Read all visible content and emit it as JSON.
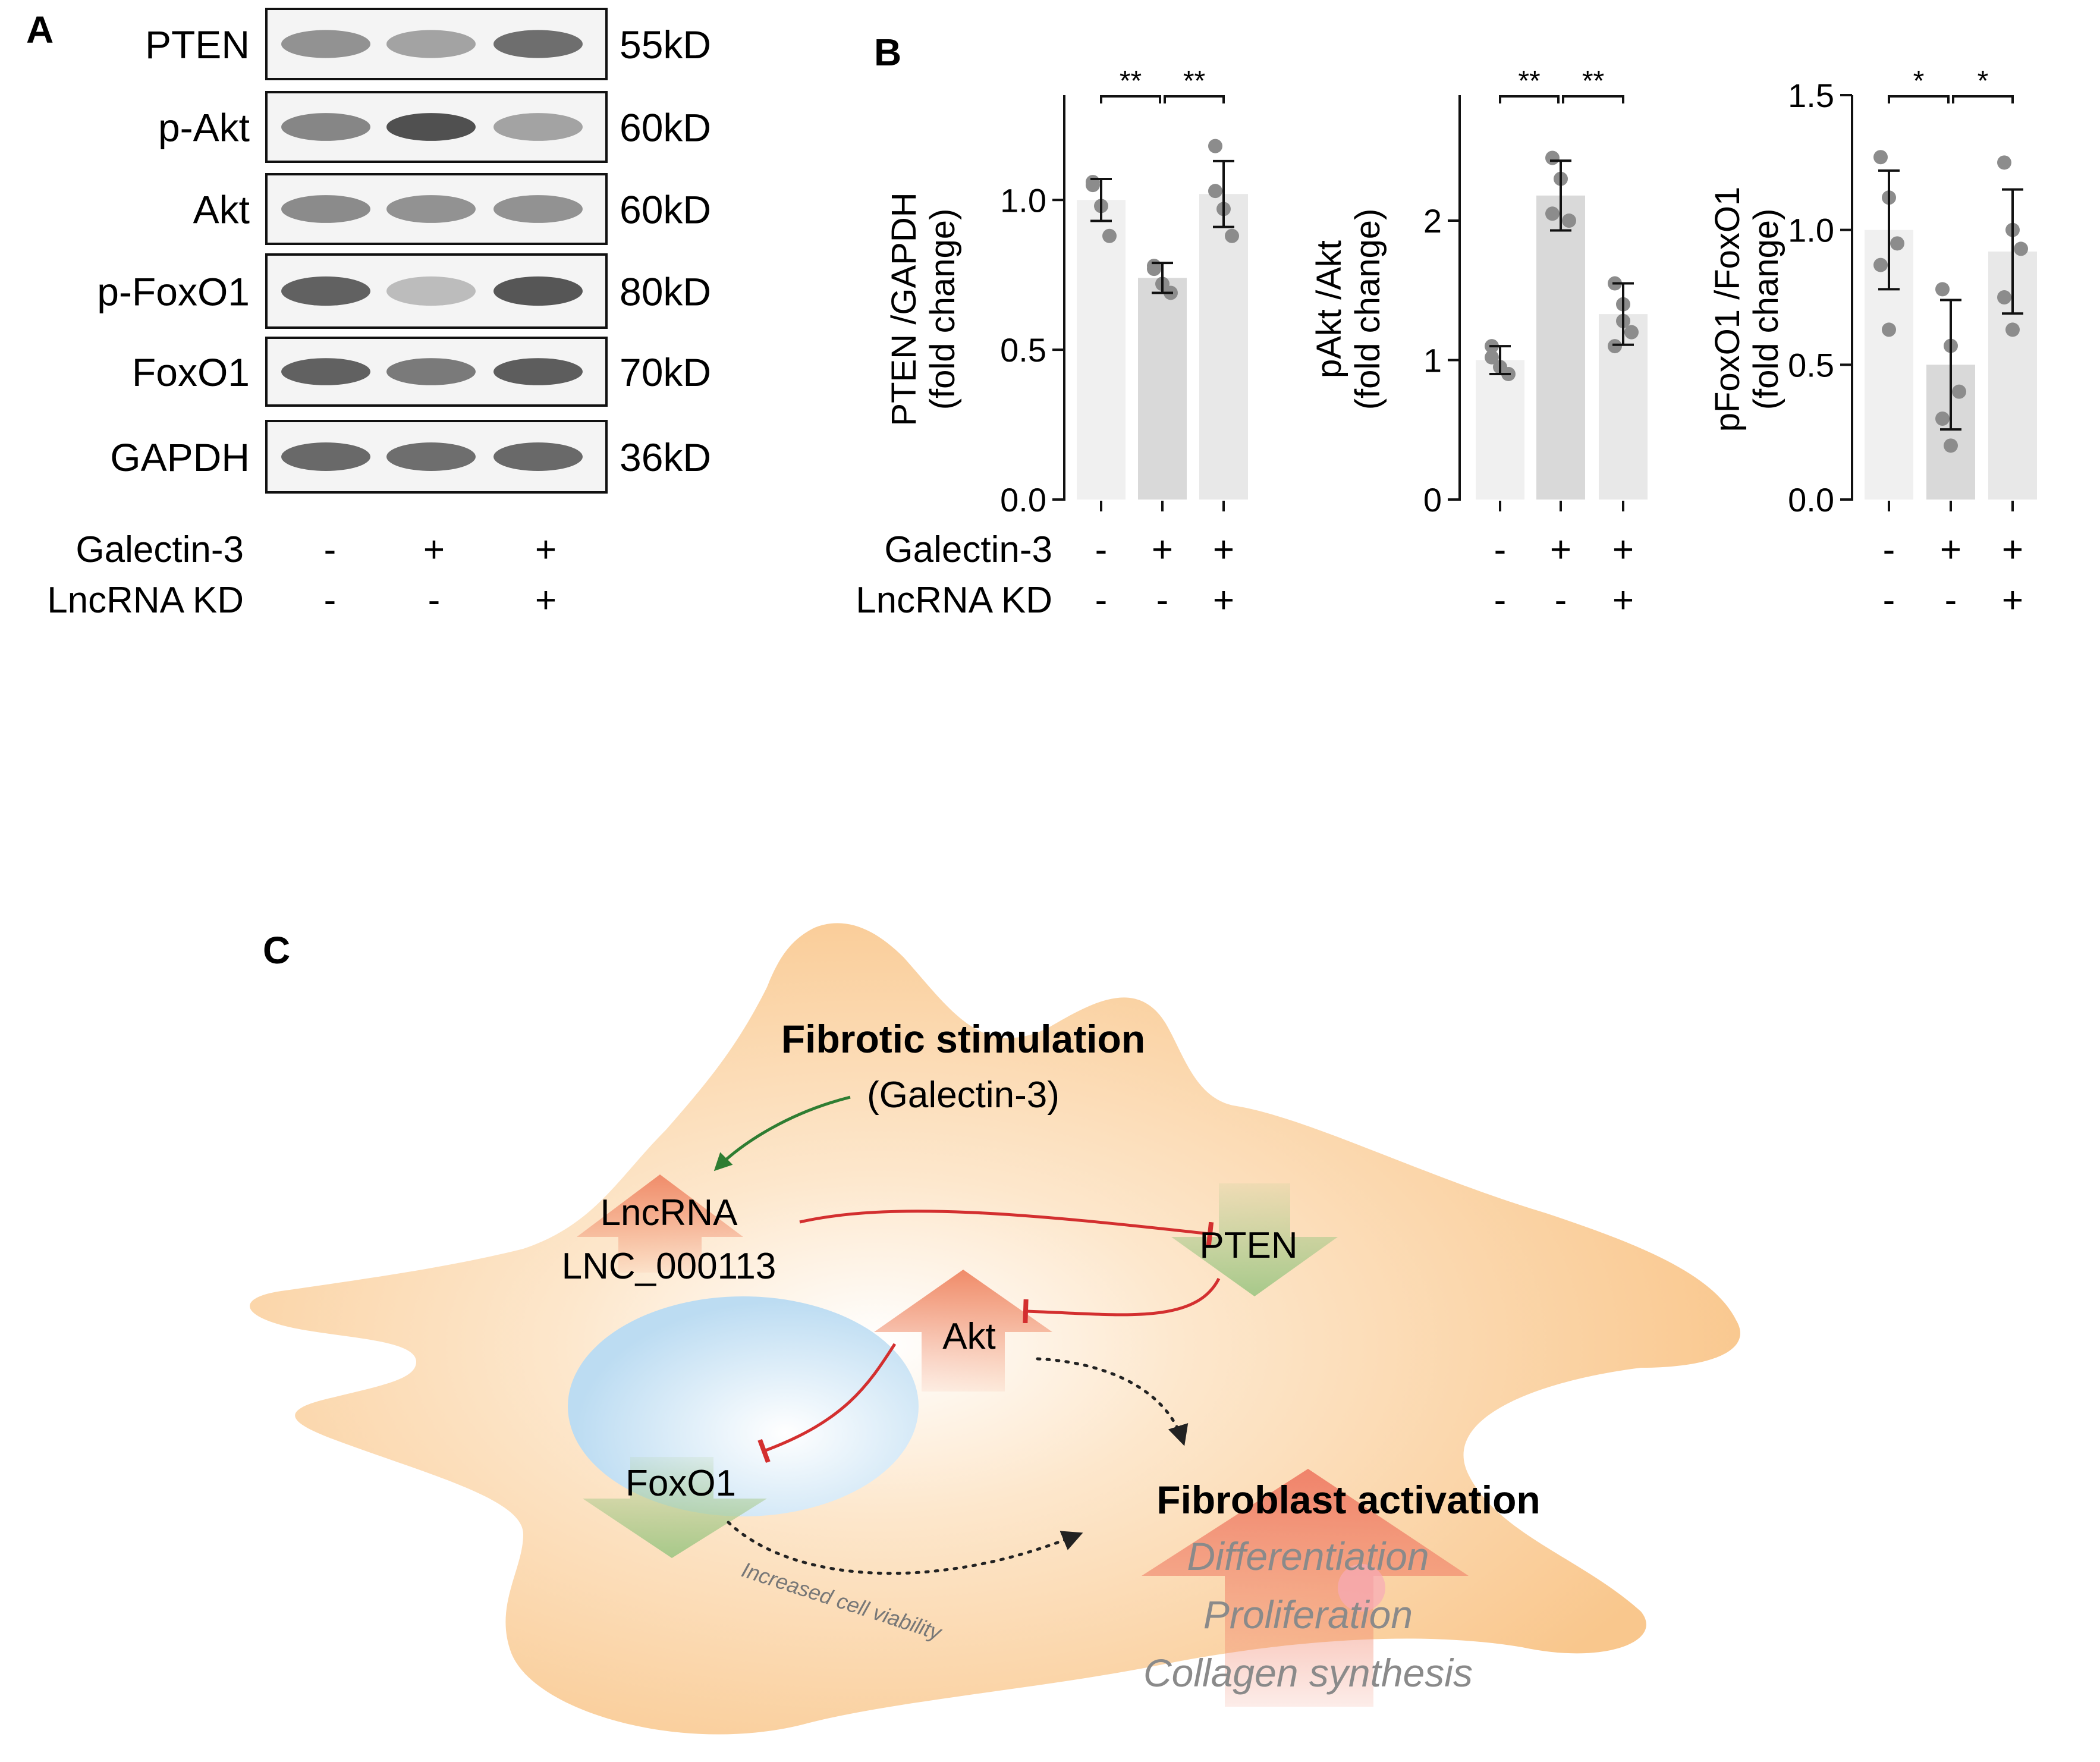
{
  "panel_a": {
    "label": "A",
    "blots": [
      {
        "protein": "PTEN",
        "size": "55kD",
        "bands": [
          0.55,
          0.62,
          0.4
        ]
      },
      {
        "protein": "p-Akt",
        "size": "60kD",
        "bands": [
          0.5,
          0.28,
          0.62
        ]
      },
      {
        "protein": "Akt",
        "size": "60kD",
        "bands": [
          0.52,
          0.55,
          0.55
        ]
      },
      {
        "protein": "p-FoxO1",
        "size": "80kD",
        "bands": [
          0.35,
          0.72,
          0.3
        ]
      },
      {
        "protein": "FoxO1",
        "size": "70kD",
        "bands": [
          0.35,
          0.45,
          0.33
        ]
      },
      {
        "protein": "GAPDH",
        "size": "36kD",
        "bands": [
          0.38,
          0.4,
          0.38
        ]
      }
    ],
    "conditions": [
      {
        "label": "Galectin-3",
        "values": [
          "-",
          "+",
          "+"
        ]
      },
      {
        "label": "LncRNA KD",
        "values": [
          "-",
          "-",
          "+"
        ]
      }
    ]
  },
  "panel_b": {
    "label": "B",
    "conditions": [
      {
        "label": "Galectin-3",
        "values": [
          "-",
          "+",
          "+"
        ]
      },
      {
        "label": "LncRNA KD",
        "values": [
          "-",
          "-",
          "+"
        ]
      }
    ]
  },
  "chart_data": [
    {
      "type": "bar",
      "ylabel_line1": "PTEN /GAPDH",
      "ylabel_line2": "(fold change)",
      "ylim": [
        0,
        1.35
      ],
      "yticks": [
        "0.0",
        "0.5",
        "1.0"
      ],
      "ytick_values": [
        0,
        0.5,
        1.0
      ],
      "values": [
        1.0,
        0.74,
        1.02
      ],
      "errors": [
        0.07,
        0.05,
        0.11
      ],
      "points": [
        [
          1.05,
          0.98,
          0.88,
          1.06
        ],
        [
          0.77,
          0.72,
          0.69,
          0.78
        ],
        [
          1.18,
          0.97,
          0.88,
          1.03
        ]
      ],
      "bar_colors": [
        "#f0f0f0",
        "#d9d9d9",
        "#e8e8e8"
      ],
      "significance": [
        {
          "from": 0,
          "to": 1,
          "label": "**"
        },
        {
          "from": 1,
          "to": 2,
          "label": "**"
        }
      ]
    },
    {
      "type": "bar",
      "ylabel_line1": "pAkt /Akt",
      "ylabel_line2": "(fold change)",
      "ylim": [
        0,
        2.9
      ],
      "yticks": [
        "0",
        "1",
        "2"
      ],
      "ytick_values": [
        0,
        1,
        2
      ],
      "values": [
        1.0,
        2.18,
        1.33
      ],
      "errors": [
        0.1,
        0.25,
        0.22
      ],
      "points": [
        [
          1.1,
          0.95,
          0.9,
          1.02
        ],
        [
          2.45,
          2.3,
          2.0,
          2.05
        ],
        [
          1.55,
          1.4,
          1.2,
          1.1,
          1.28
        ]
      ],
      "bar_colors": [
        "#f0f0f0",
        "#d9d9d9",
        "#e8e8e8"
      ],
      "significance": [
        {
          "from": 0,
          "to": 1,
          "label": "**"
        },
        {
          "from": 1,
          "to": 2,
          "label": "**"
        }
      ]
    },
    {
      "type": "bar",
      "ylabel_line1": "pFoxO1 /FoxO1",
      "ylabel_line2": "(fold change)",
      "ylim": [
        0,
        1.5
      ],
      "yticks": [
        "0.0",
        "0.5",
        "1.0",
        "1.5"
      ],
      "ytick_values": [
        0,
        0.5,
        1.0,
        1.5
      ],
      "values": [
        1.0,
        0.5,
        0.92
      ],
      "errors": [
        0.22,
        0.24,
        0.23
      ],
      "points": [
        [
          1.27,
          1.12,
          0.95,
          0.87,
          0.63
        ],
        [
          0.78,
          0.57,
          0.4,
          0.3,
          0.2
        ],
        [
          1.25,
          1.0,
          0.93,
          0.75,
          0.63
        ]
      ],
      "bar_colors": [
        "#f0f0f0",
        "#d9d9d9",
        "#e8e8e8"
      ],
      "significance": [
        {
          "from": 0,
          "to": 1,
          "label": "*"
        },
        {
          "from": 1,
          "to": 2,
          "label": "*"
        }
      ]
    }
  ],
  "panel_c": {
    "label": "C",
    "stimulus_title": "Fibrotic stimulation",
    "stimulus_sub": "(Galectin-3)",
    "lncrna_line1": "LncRNA",
    "lncrna_line2": "LNC_000113",
    "pten": "PTEN",
    "akt": "Akt",
    "foxo1": "FoxO1",
    "viability": "Increased cell viability",
    "activation_title": "Fibroblast activation",
    "outcomes": [
      "Differentiation",
      "Proliferation",
      "Collagen synthesis"
    ],
    "colors": {
      "activate": "#2e7d32",
      "inhibit": "#d32f2f",
      "cell": "#f9c78d",
      "nucleus": "#bcdcf2",
      "up_arrow": "#f08c6a",
      "down_arrow": "#a7c98a"
    }
  }
}
